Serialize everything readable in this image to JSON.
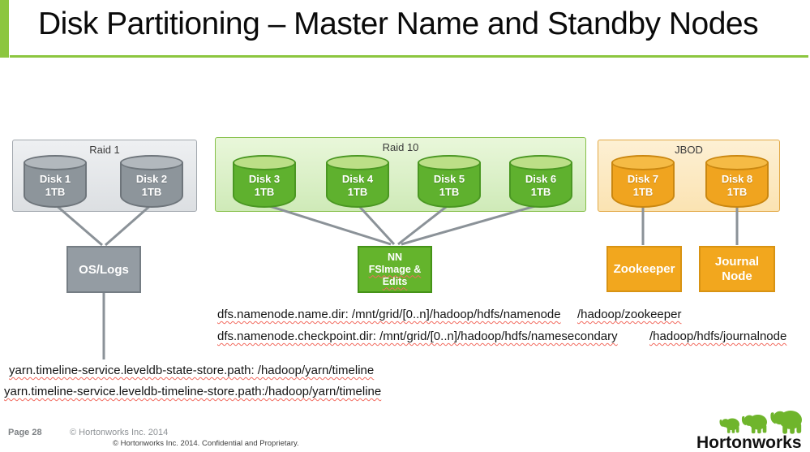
{
  "slide": {
    "title": "Disk Partitioning – Master Name and Standby Nodes"
  },
  "groups": [
    {
      "label": "Raid 1",
      "disks": [
        {
          "name": "Disk 1",
          "size": "1TB"
        },
        {
          "name": "Disk 2",
          "size": "1TB"
        }
      ]
    },
    {
      "label": "Raid 10",
      "disks": [
        {
          "name": "Disk 3",
          "size": "1TB"
        },
        {
          "name": "Disk 4",
          "size": "1TB"
        },
        {
          "name": "Disk 5",
          "size": "1TB"
        },
        {
          "name": "Disk 6",
          "size": "1TB"
        }
      ]
    },
    {
      "label": "JBOD",
      "disks": [
        {
          "name": "Disk 7",
          "size": "1TB"
        },
        {
          "name": "Disk 8",
          "size": "1TB"
        }
      ]
    }
  ],
  "nodes": {
    "os_logs": "OS/Logs",
    "nn_line1": "NN",
    "nn_line2": "FSImage &",
    "nn_line3": "Edits",
    "zookeeper": "Zookeeper",
    "journal_line1": "Journal",
    "journal_line2": "Node"
  },
  "config": {
    "dfs_name_dir": "dfs.namenode.name.dir: /mnt/grid/[0..n]/hadoop/hdfs/namenode",
    "zookeeper_path": "/hadoop/zookeeper",
    "dfs_checkpoint_dir": "dfs.namenode.checkpoint.dir: /mnt/grid/[0..n]/hadoop/hdfs/namesecondary",
    "journalnode_path": "/hadoop/hdfs/journalnode",
    "yarn_state_store": "yarn.timeline-service.leveldb-state-store.path: /hadoop/yarn/timeline",
    "yarn_timeline_store": "yarn.timeline-service.leveldb-timeline-store.path:/hadoop/yarn/timeline"
  },
  "footer": {
    "page": "Page 28",
    "copyright": "© Hortonworks Inc. 2014",
    "confidential": "© Hortonworks Inc. 2014. Confidential and Proprietary.",
    "brand": "Hortonworks",
    "brand_icon": "elephant-trio-icon"
  },
  "colors": {
    "accent_green": "#8cc63f",
    "raid1_gray": "#8d959b",
    "raid10_green": "#5fb12e",
    "jbod_orange": "#f0a41f",
    "connector_gray": "#8b9298",
    "squiggle_red": "#f26a5e"
  }
}
